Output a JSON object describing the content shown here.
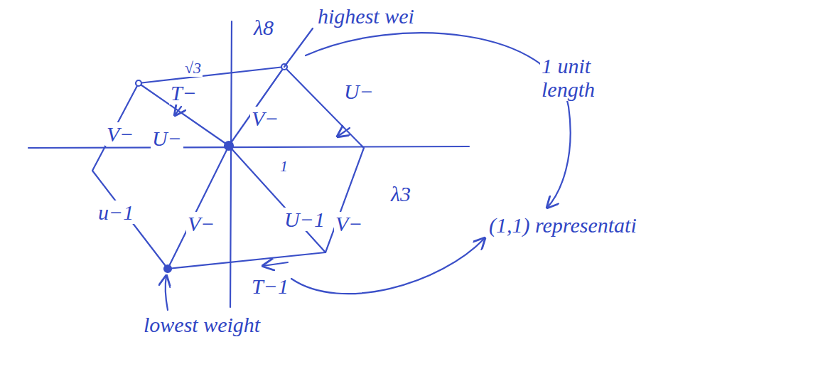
{
  "diagram": {
    "labels": [
      "λ8",
      "highest wei",
      "√3",
      "T−",
      "1 unit length",
      "V−",
      "U−",
      "V−",
      "U−",
      "1",
      "λ3",
      "u−1",
      "V−",
      "U−1",
      "V−",
      "T−1",
      "(1,1) representati",
      "lowest weight"
    ]
  }
}
